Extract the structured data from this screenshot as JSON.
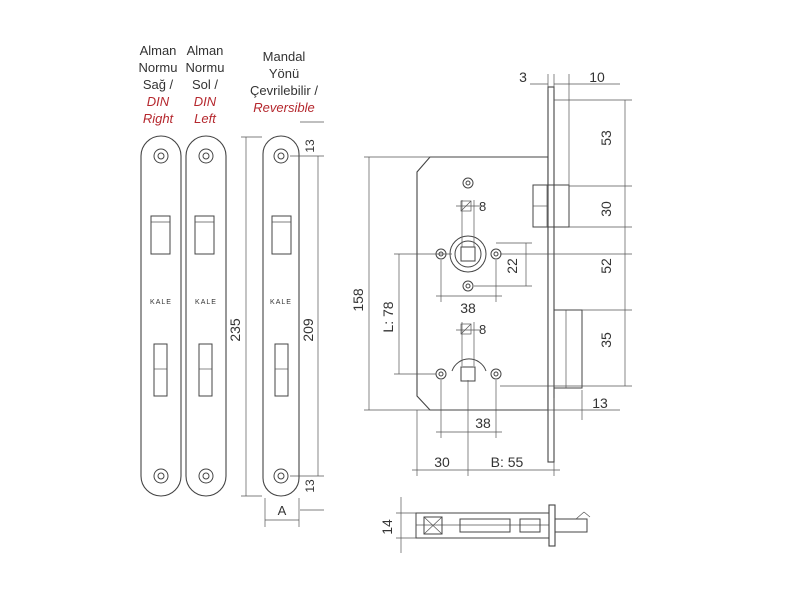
{
  "captions": {
    "din_right": {
      "l1": "Alman",
      "l2": "Normu",
      "l3": "Sağ /",
      "l4": "DIN",
      "l5": "Right"
    },
    "din_left": {
      "l1": "Alman",
      "l2": "Normu",
      "l3": "Sol /",
      "l4": "DIN",
      "l5": "Left"
    },
    "reversible": {
      "l1": "Mandal",
      "l2": "Yönü",
      "l3": "Çevrilebilir /",
      "l4": "Reversible"
    }
  },
  "brand": "KALE",
  "faceplate_dims": {
    "height_total": "235",
    "hole_spacing": "209",
    "top_offset": "13",
    "bottom_offset": "13",
    "width": "A"
  },
  "body_dims": {
    "face_thickness": "3",
    "front_projection": "10",
    "top_to_latch": "53",
    "latch_height": "30",
    "latch_to_bolt": "52",
    "bolt_height": "35",
    "bolt_throw": "13",
    "body_height": "158",
    "spindle_distance": "L: 78",
    "square_upper": "8",
    "square_lower": "8",
    "hole_pitch_vertical": "22",
    "hole_pitch_upper": "38",
    "hole_pitch_lower": "38",
    "edge_to_center": "30",
    "backset": "B: 55",
    "depth": "14"
  },
  "colors": {
    "accent_red": "#b5282e",
    "line": "#444444"
  }
}
